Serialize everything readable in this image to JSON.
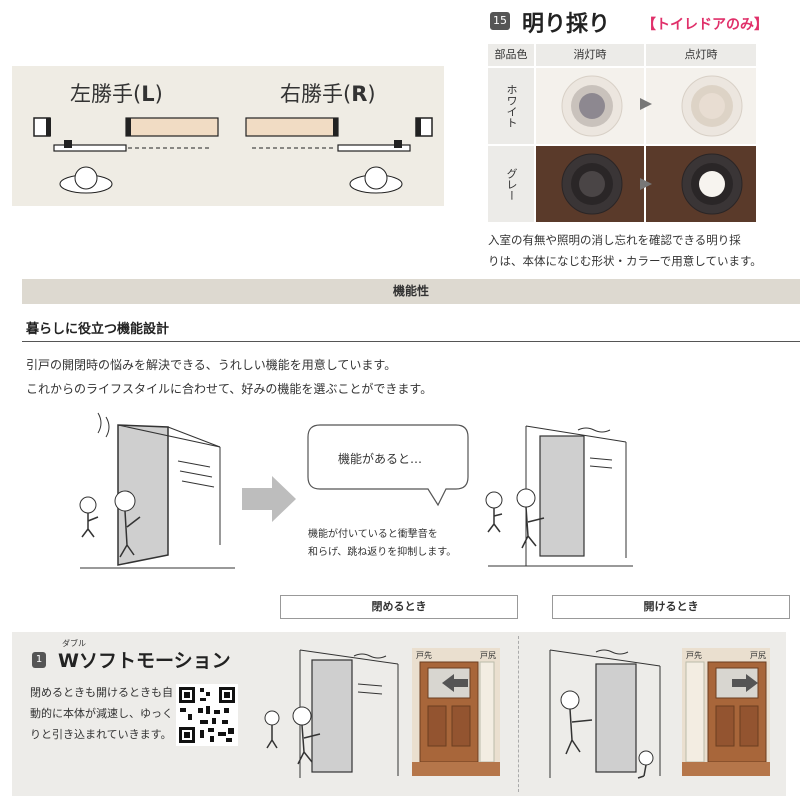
{
  "hand": {
    "left_label_prefix": "左勝手(",
    "left_label_letter": "L",
    "left_label_suffix": ")",
    "right_label_prefix": "右勝手(",
    "right_label_letter": "R",
    "right_label_suffix": ")"
  },
  "light": {
    "badge": "15",
    "title": "明り採り",
    "note": "【トイレドアのみ】",
    "header_part_color": "部品色",
    "header_off": "消灯時",
    "header_on": "点灯時",
    "row_white": "ホワイト",
    "row_gray": "グレー",
    "desc_line1": "入室の有無や照明の消し忘れを確認できる明り採",
    "desc_line2": "りは、本体になじむ形状・カラーで用意しています。"
  },
  "function": {
    "band_label": "機能性",
    "heading": "暮らしに役立つ機能設計",
    "intro_line1": "引戸の開閉時の悩みを解決できる、うれしい機能を用意しています。",
    "intro_line2": "これからのライフスタイルに合わせて、好みの機能を選ぶことができます。",
    "bubble_text": "機能があると…",
    "effect_line1": "機能が付いていると衝撃音を",
    "effect_line2": "和らげ、跳ね返りを抑制します。",
    "caption_close": "閉めるとき",
    "caption_open": "開けるとき"
  },
  "wsoft": {
    "badge": "1",
    "ruby": "ダブル",
    "title": "Wソフトモーション",
    "desc_line1": "閉めるときも開けるときも自",
    "desc_line2": "動的に本体が減速し、ゆっく",
    "desc_line3": "りと引き込まれていきます。",
    "door_edge": "戸先",
    "door_tail": "戸尻"
  },
  "colors": {
    "accent_pink": "#e0306a",
    "band_gray": "#ddd9d0",
    "panel_beige": "#efece4",
    "wood": "#a8663a"
  }
}
